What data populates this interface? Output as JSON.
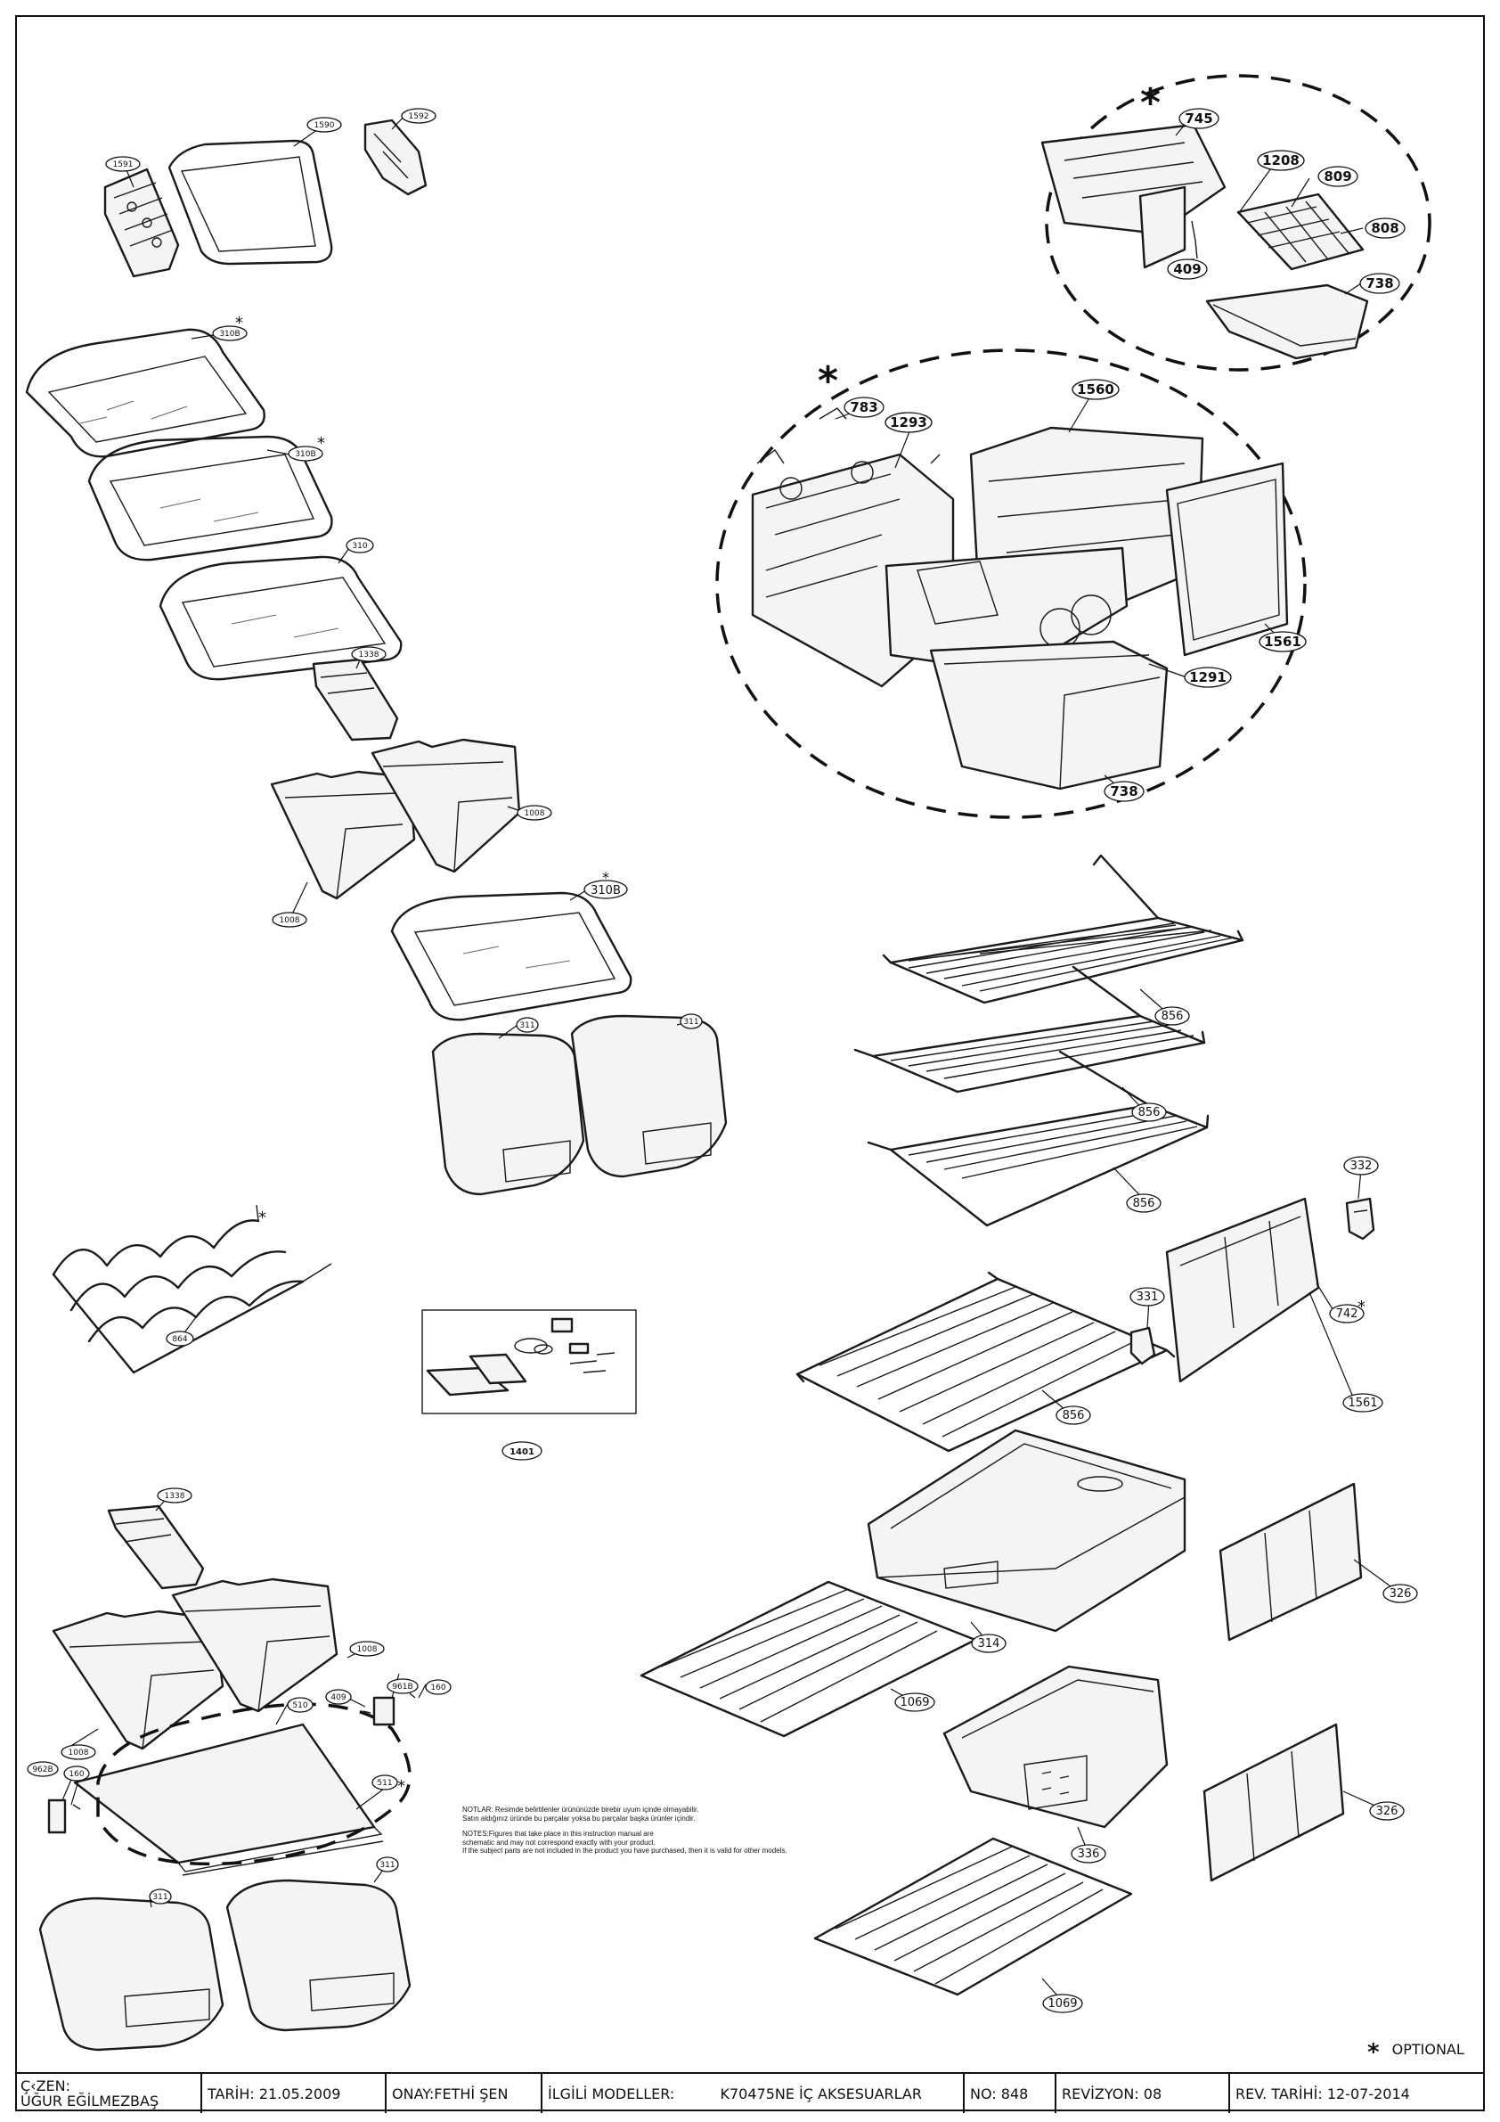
{
  "labels": {
    "l1591": "1591",
    "l1590": "1590",
    "l1592": "1592",
    "l310b_a": "310B",
    "l310b_b": "310B",
    "l310": "310",
    "l1338_a": "1338",
    "l1008_a": "1008",
    "l1008_b": "1008",
    "l310b_c": "310B",
    "l311_a": "311",
    "l311_b": "311",
    "l864": "864",
    "l1401": "1401",
    "l1338_b": "1338",
    "l1008_c": "1008",
    "l1008_d": "1008",
    "l409_b": "409",
    "l961b": "961B",
    "l160_a": "160",
    "l510": "510",
    "l962b": "962B",
    "l160_b": "160",
    "l511": "511",
    "l311_c": "311",
    "l311_d": "311",
    "l745": "745",
    "l1208": "1208",
    "l809": "809",
    "l808": "808",
    "l409_a": "409",
    "l738_a": "738",
    "l783": "783",
    "l1293": "1293",
    "l1560": "1560",
    "l1561_a": "1561",
    "l1291": "1291",
    "l738_b": "738",
    "l856_a": "856",
    "l856_b": "856",
    "l856_c": "856",
    "l856_d": "856",
    "l332": "332",
    "l331": "331",
    "l742": "742",
    "l1561_b": "1561",
    "l314": "314",
    "l1069_a": "1069",
    "l326_a": "326",
    "l336": "336",
    "l326_b": "326",
    "l1069_b": "1069"
  },
  "optional_mark": "*",
  "notes": {
    "tr_1": "NOTLAR: Resimde belirtilenler ürününüzde birebir uyum içinde olmayabilir.",
    "tr_2": "Satın aldığınız üründe bu parçalar yoksa bu parçalar başka ürünler içindir.",
    "en_1": "NOTES:Figures that take place in this instruction manual are",
    "en_2": "schematic and may not correspond exactly with your product.",
    "en_3": "If the subject parts are not included in the product you have purchased, then it is valid for other models."
  },
  "legend": {
    "symbol": "*",
    "text": "OPTIONAL"
  },
  "title_block": {
    "drawn_label": "Ç‹ZEN:",
    "drawn_by": "UĞUR EĞİLMEZBAŞ",
    "date": "TARİH: 21.05.2009",
    "approved": "ONAY:FETHİ ŞEN",
    "models_label": "İLGİLİ MODELLER:",
    "models_value": "K70475NE İÇ AKSESUARLAR",
    "number": "NO: 848",
    "revision": "REVİZYON: 08",
    "revision_date": "REV. TARİHİ: 12-07-2014"
  }
}
